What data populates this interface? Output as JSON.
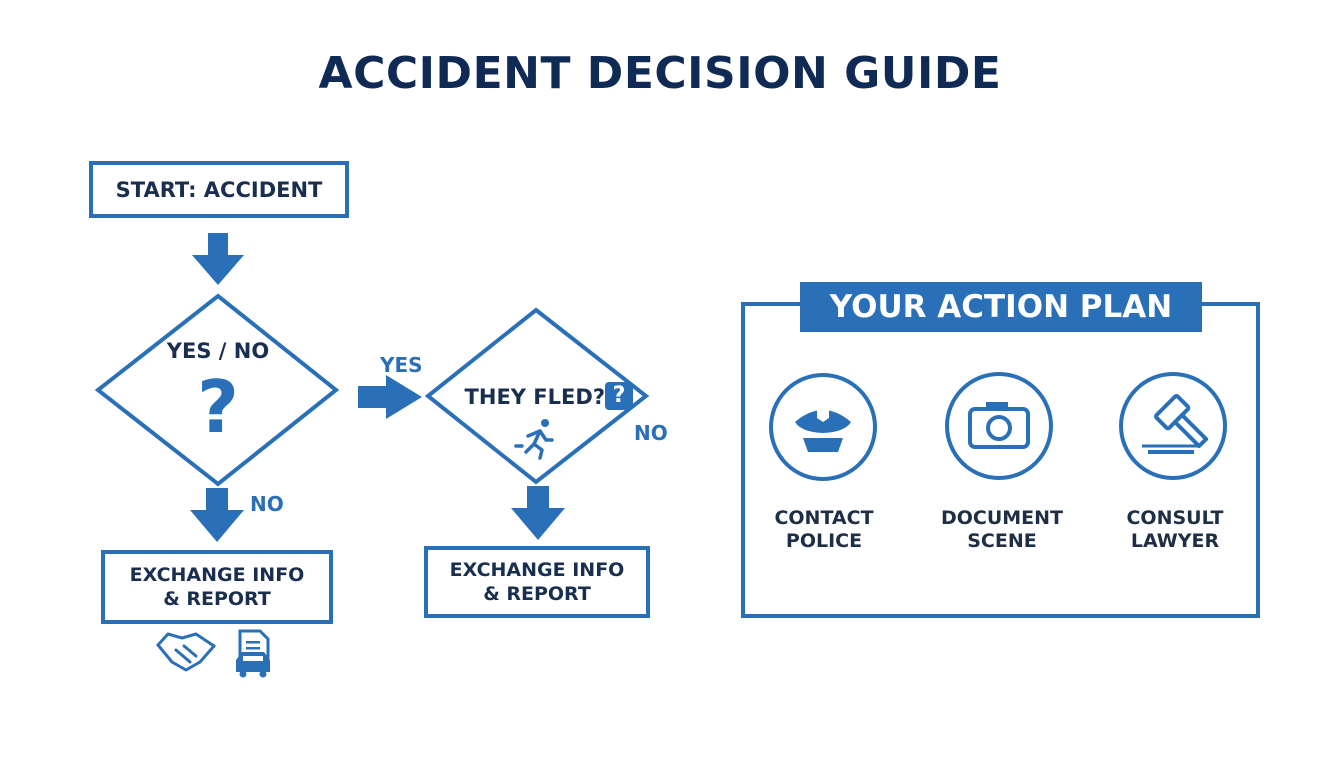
{
  "title": "ACCIDENT DECISION GUIDE",
  "flow": {
    "start": "START: ACCIDENT",
    "decision1": {
      "label": "YES / NO",
      "symbol": "?"
    },
    "yes_label": "YES",
    "no_label_1": "NO",
    "decision2": {
      "label": "THEY FLED?",
      "symbol": "?"
    },
    "no_label_2": "NO",
    "result1": [
      "EXCHANGE INFO",
      "& REPORT"
    ],
    "result2": [
      "EXCHANGE INFO",
      "& REPORT"
    ],
    "result1_icons": [
      "handshake-icon",
      "car-document-icon"
    ],
    "decision2_icon": "running-person-icon"
  },
  "action_plan": {
    "header": "YOUR ACTION PLAN",
    "items": [
      {
        "icon": "police-cap-icon",
        "lines": [
          "CONTACT",
          "POLICE"
        ]
      },
      {
        "icon": "camera-icon",
        "lines": [
          "DOCUMENT",
          "SCENE"
        ]
      },
      {
        "icon": "gavel-icon",
        "lines": [
          "CONSULT",
          "LAWYER"
        ]
      }
    ]
  },
  "colors": {
    "accent": "#2a70b8",
    "title": "#0f2a54",
    "text": "#1a2f50"
  }
}
